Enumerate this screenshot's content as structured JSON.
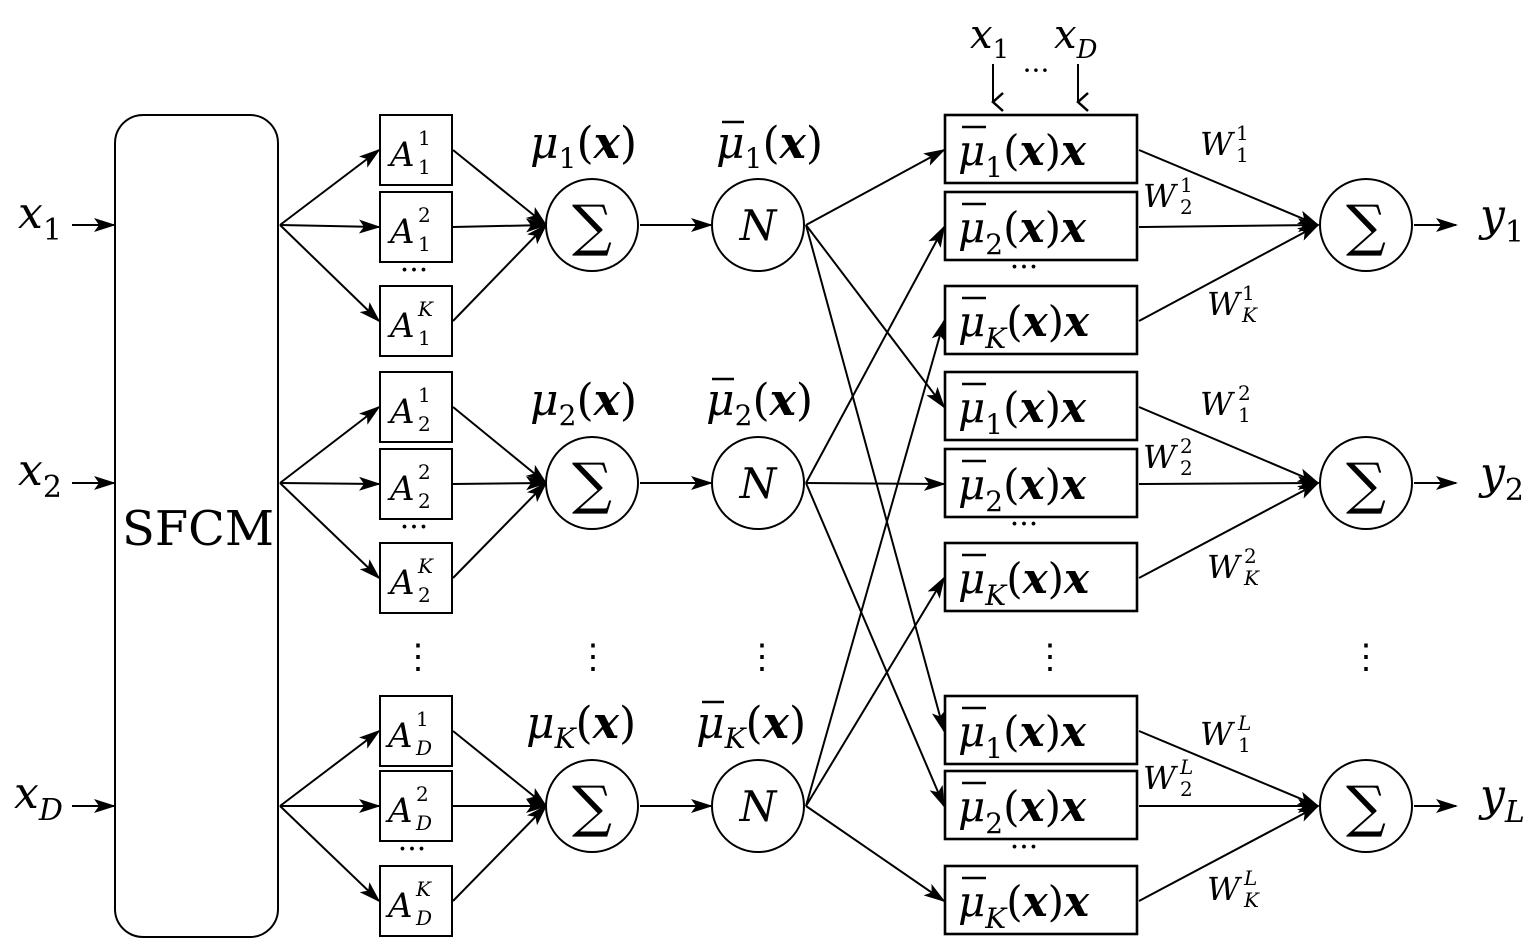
{
  "diagram": {
    "inputs": [
      {
        "base": "x",
        "sub": "1"
      },
      {
        "base": "x",
        "sub": "2"
      },
      {
        "base": "x",
        "sub": "D"
      }
    ],
    "sfcm_label": "SFCM",
    "membership_groups": [
      {
        "sub": "1",
        "sups": [
          "1",
          "2",
          "K"
        ]
      },
      {
        "sub": "2",
        "sups": [
          "1",
          "2",
          "K"
        ]
      },
      {
        "sub": "D",
        "sups": [
          "1",
          "2",
          "K"
        ]
      }
    ],
    "membership_base": "A",
    "sum_symbol": "∑",
    "norm_symbol": "N",
    "mu_symbol": "μ",
    "mu_arg": "x",
    "rule_labels": [
      {
        "sub": "1"
      },
      {
        "sub": "2"
      },
      {
        "sub": "K"
      }
    ],
    "consequent_subs": [
      "1",
      "2",
      "K"
    ],
    "top_inputs": {
      "first": {
        "base": "x",
        "sub": "1"
      },
      "last": {
        "base": "x",
        "sub": "D"
      }
    },
    "weight_base": "W",
    "output_groups": [
      {
        "output": {
          "base": "y",
          "sub": "1"
        },
        "weight_sup": "1"
      },
      {
        "output": {
          "base": "y",
          "sub": "2"
        },
        "weight_sup": "2"
      },
      {
        "output": {
          "base": "y",
          "sub": "L"
        },
        "weight_sup": "L"
      }
    ],
    "ellipsis_h": "···",
    "ellipsis_v": "⋮"
  }
}
